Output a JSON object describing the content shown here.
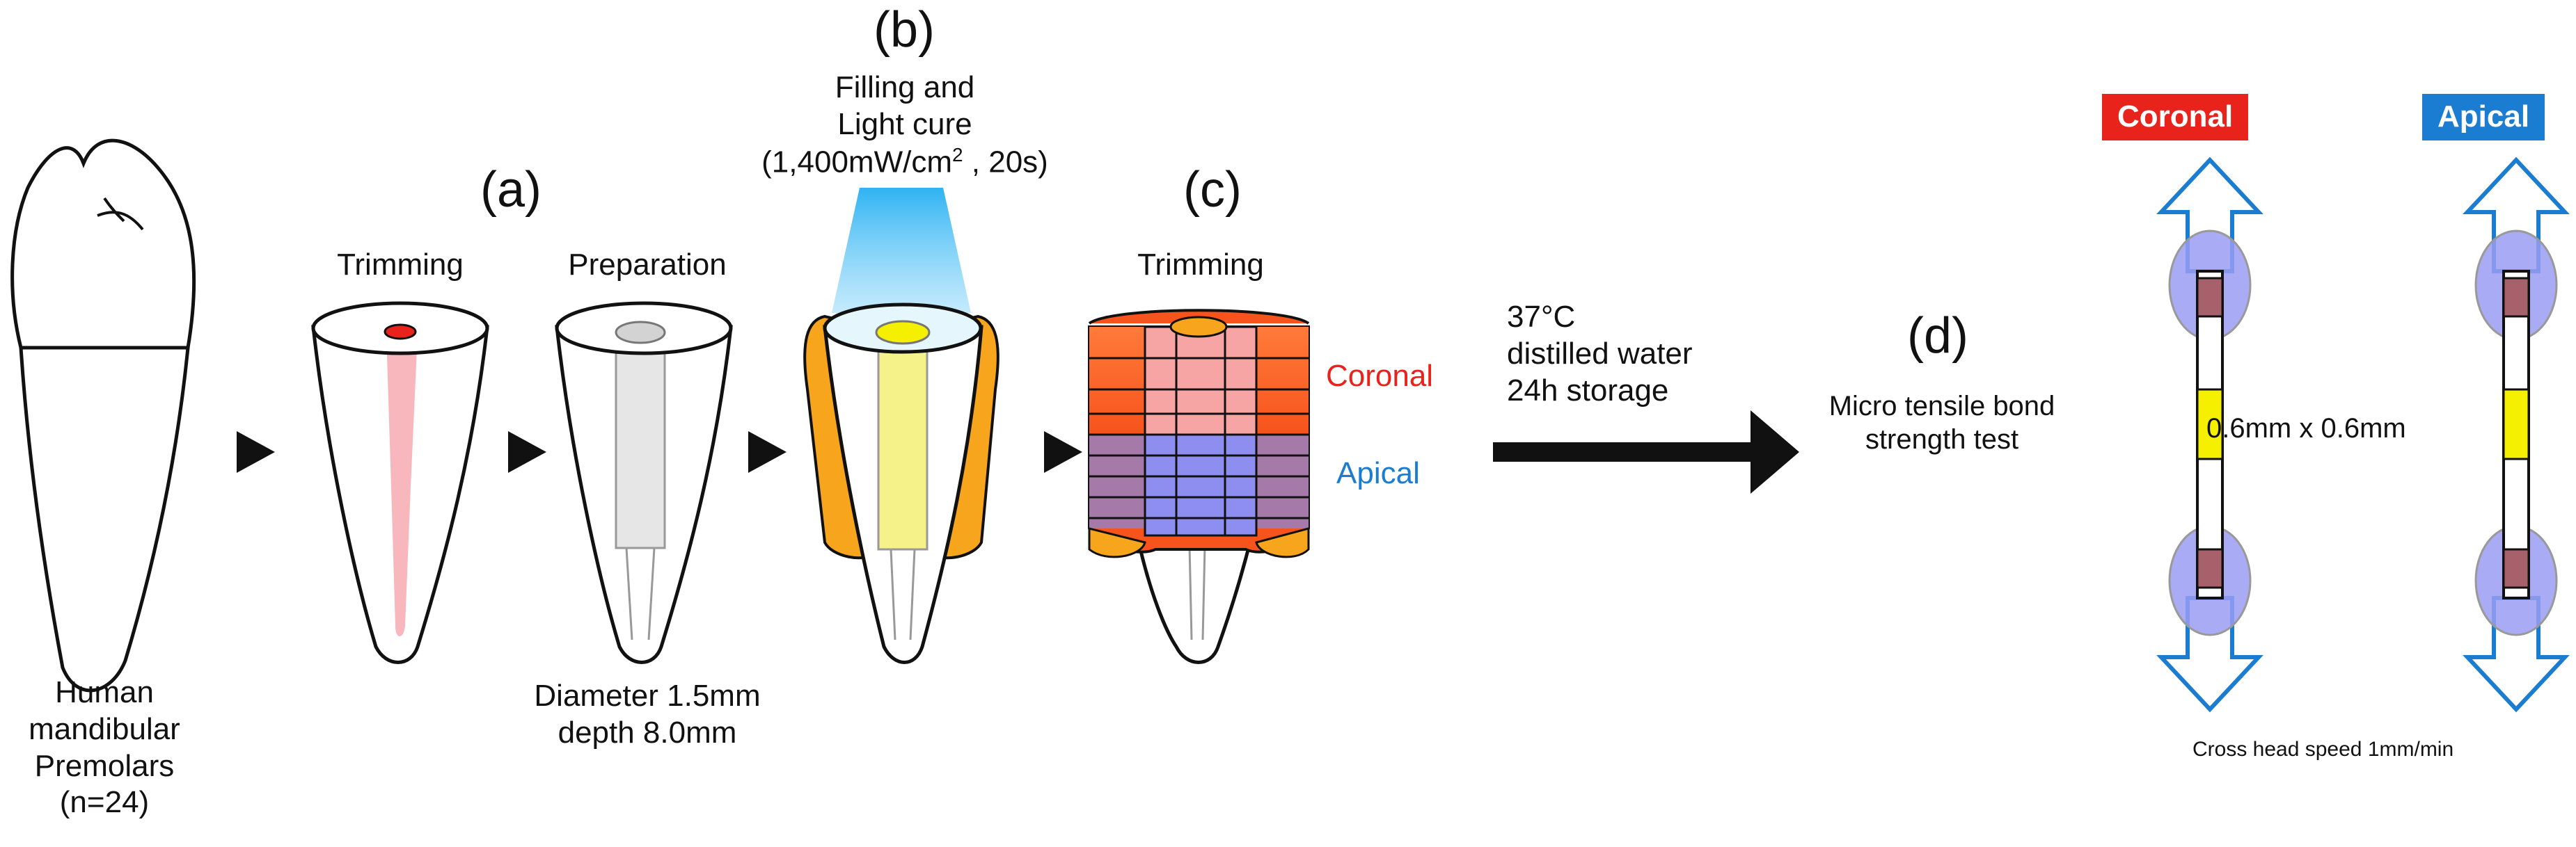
{
  "steps": {
    "a": "(a)",
    "b": "(b)",
    "c": "(c)",
    "d": "(d)"
  },
  "tooth": {
    "caption": [
      "Human",
      "mandibular",
      "Premolars",
      "(n=24)"
    ]
  },
  "trimming1": "Trimming",
  "preparation": "Preparation",
  "preparation_note": [
    "Diameter 1.5mm",
    "depth 8.0mm"
  ],
  "filling": {
    "line1": "Filling and",
    "line2": "Light cure",
    "line3_pre": "(1,400mW/cm",
    "line3_sup": "2",
    "line3_post": " , 20s)"
  },
  "trimming2": "Trimming",
  "regions": {
    "coronal": "Coronal",
    "apical": "Apical"
  },
  "storage": [
    "37°C",
    "distilled water",
    "24h storage"
  ],
  "test": [
    "Micro tensile bond",
    "strength test"
  ],
  "specimens": {
    "coronal_badge": "Coronal",
    "apical_badge": "Apical",
    "size": "0.6mm x 0.6mm",
    "speed": "Cross head speed 1mm/min"
  },
  "colors": {
    "coronal": "#e8231c",
    "apical": "#1a7dd1",
    "post_yellow": "#f5f000",
    "orange": "#f7a51c",
    "light_blue": "#2fb3f2",
    "ellipse_blue": "#9a9cf2",
    "dentin_brown": "#a6616b"
  }
}
